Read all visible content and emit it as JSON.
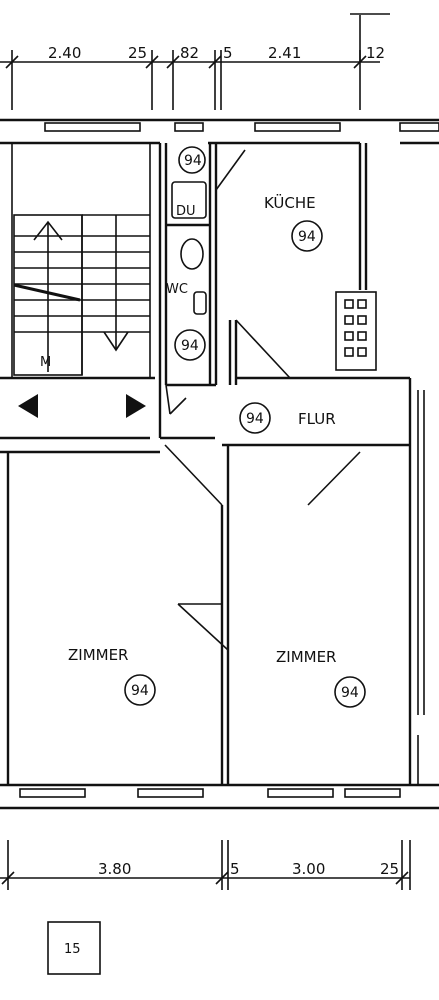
{
  "dimensions_top": [
    "2.40",
    "25",
    "82",
    "5",
    "2.41",
    "12"
  ],
  "dimensions_bottom": [
    "3.80",
    "5",
    "3.00",
    "25"
  ],
  "rooms": {
    "kitchen": "KÜCHE",
    "hall": "FLUR",
    "room_left": "ZIMMER",
    "room_right": "ZIMMER",
    "wc": "WC",
    "shower": "DU"
  },
  "room_tags": {
    "bath_top": "94",
    "kitchen": "94",
    "wc": "94",
    "hall": "94",
    "room_left": "94",
    "room_right": "94"
  },
  "stair_label": "M",
  "page_number": "15"
}
